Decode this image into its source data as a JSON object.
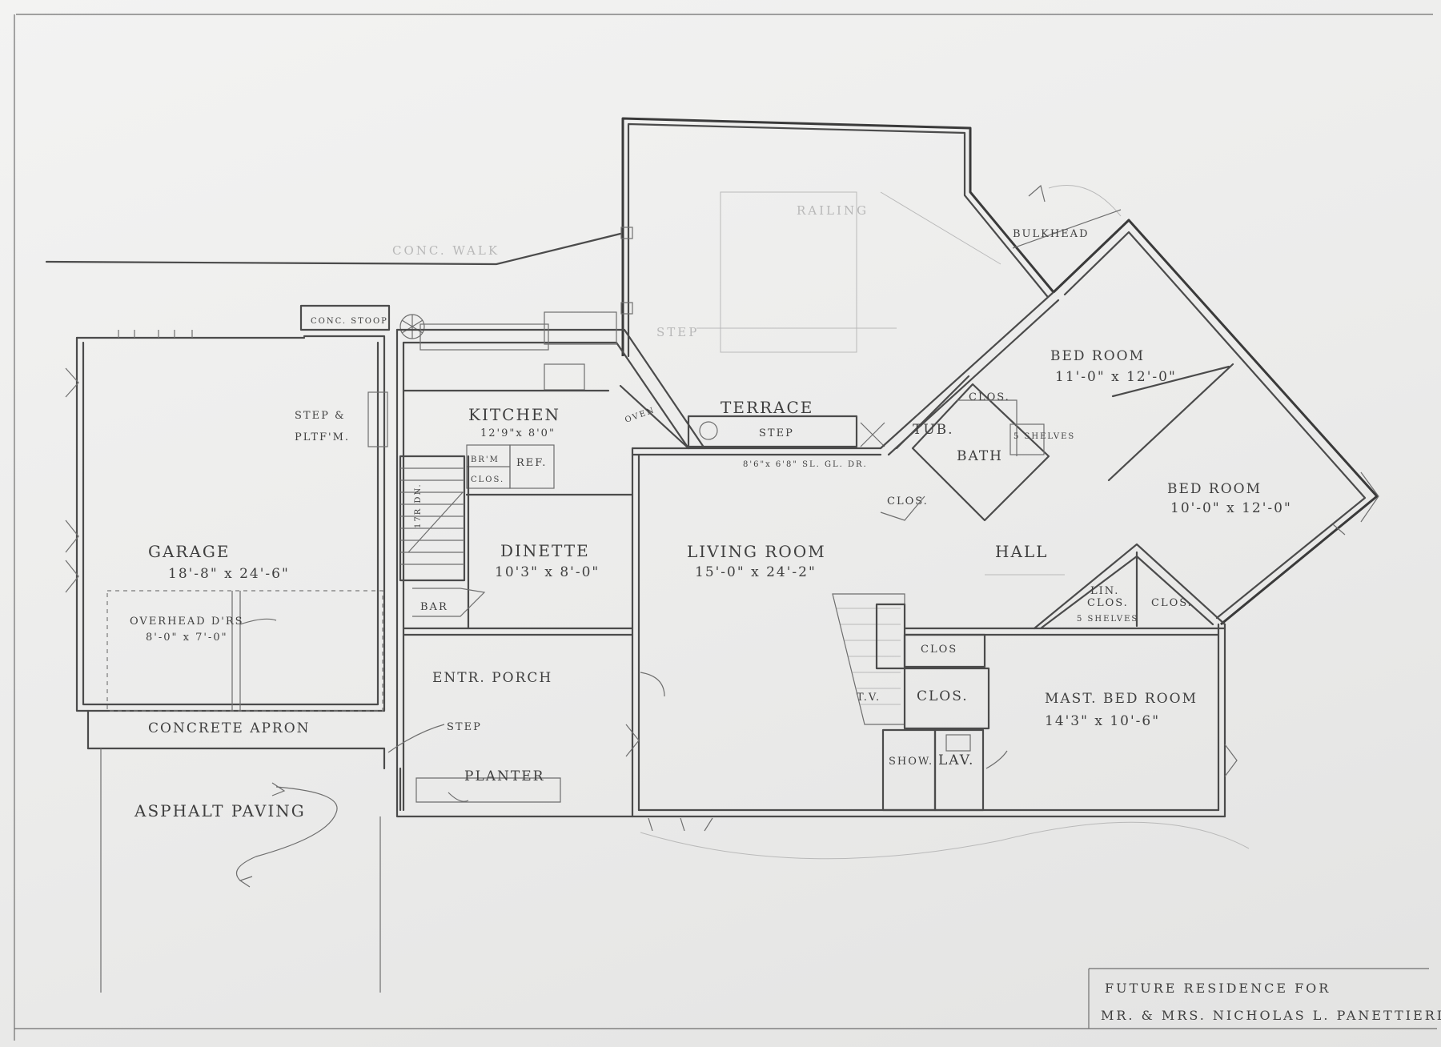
{
  "labels": {
    "conc_walk": "CONC. WALK",
    "railing": "RAILING",
    "step_faint": "STEP",
    "bulkhead": "BULKHEAD",
    "conc_stoop": "CONC. STOOP",
    "step_platform_1": "STEP &",
    "step_platform_2": "PLTF'M.",
    "kitchen": "KITCHEN",
    "kitchen_dim": "12'9\"x 8'0\"",
    "oven": "OVEN",
    "brm_clos_1": "BR'M",
    "brm_clos_2": "CLOS.",
    "ref": "REF.",
    "stair": "17R DN.",
    "terrace": "TERRACE",
    "terrace_step": "STEP",
    "sliding_door": "8'6\"x 6'8\" SL. GL. DR.",
    "bed_room_1": "BED ROOM",
    "bed_room_1_dim": "11'-0\" x 12'-0\"",
    "clos_bed1": "CLOS.",
    "tub": "TUB.",
    "bath": "BATH",
    "shelves_5": "5 SHELVES",
    "clos_bath": "CLOS.",
    "bed_room_2": "BED ROOM",
    "bed_room_2_dim": "10'-0\" x 12'-0\"",
    "garage": "GARAGE",
    "garage_dim": "18'-8\" x 24'-6\"",
    "overhead_doors": "OVERHEAD D'RS",
    "overhead_dim": "8'-0\" x 7'-0\"",
    "dinette": "DINETTE",
    "dinette_dim": "10'3\" x 8'-0\"",
    "bar": "BAR",
    "living_room": "LIVING ROOM",
    "living_room_dim": "15'-0\" x 24'-2\"",
    "hall": "HALL",
    "lin_clos_1": "LIN.",
    "lin_clos_2": "CLOS.",
    "lin_shelves": "5 SHELVES",
    "clos_hall": "CLOS.",
    "clos_upper": "CLOS",
    "clos_tv": "CLOS.",
    "tv": "T.V.",
    "entr_porch": "ENTR. PORCH",
    "step_porch": "STEP",
    "planter": "PLANTER",
    "mast_bed_room": "MAST. BED ROOM",
    "mast_bed_room_dim": "14'3\" x 10'-6\"",
    "show": "SHOW.",
    "lav": "LAV.",
    "concrete_apron": "CONCRETE APRON",
    "asphalt_paving": "ASPHALT PAVING"
  },
  "title_block": {
    "line1": "FUTURE RESIDENCE FOR",
    "line2": "MR. & MRS. NICHOLAS L. PANETTIERI"
  }
}
